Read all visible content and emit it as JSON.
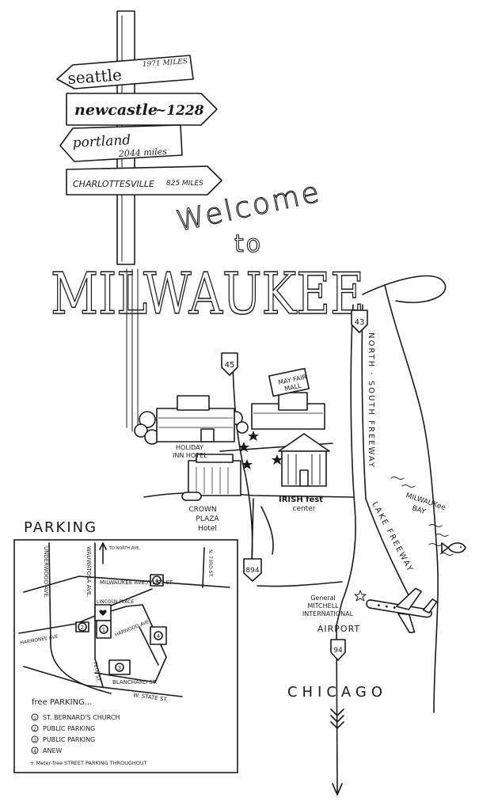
{
  "signpost": {
    "sign1": {
      "city": "seattle",
      "distance": "1971 MILES"
    },
    "sign2": {
      "city": "newcastle",
      "distance": "~1228"
    },
    "sign3": {
      "city": "portland",
      "distance": "2044 miles"
    },
    "sign4": {
      "city": "CHARLOTTESVILLE",
      "distance": "825 MILES"
    }
  },
  "title": {
    "line1": "Welcome",
    "line2": "to",
    "city": "MILWAUKEE"
  },
  "highways": {
    "i43": "43",
    "i45": "45",
    "i894": "894",
    "i94": "94"
  },
  "roads": {
    "north_south_freeway": "NORTH · SOUTH FREEWAY",
    "lake_freeway": "LAKE FREEWAY"
  },
  "places": {
    "mayfair_mall": [
      "MAY·FAIR",
      "MALL"
    ],
    "holiday_inn": [
      "HOLIDAY",
      "INN HOTEL"
    ],
    "crown_plaza": [
      "CROWN",
      "PLAZA",
      "Hotel"
    ],
    "irish_fest": [
      "IRISH fest",
      "center"
    ],
    "milwaukee_bay": [
      "MILWAUKee",
      "BAY"
    ],
    "airport": [
      "General",
      "MITCHELL",
      "INTERNATIONAL",
      "AIRPORT"
    ],
    "chicago": "CHICAGO"
  },
  "parking": {
    "heading": "PARKING",
    "streets": {
      "underwood": "UNDERWOOD AVE.",
      "wauwatosa": "WAUWATOSA AVE.",
      "to_north": "TO NORTH AVE.",
      "n73rd": "N. 73RD ST.",
      "milwaukee_vliet": "MILWAUKEE AVE./VLIET ST",
      "lincoln": "LINCOLN PLACE",
      "harmonee": "HARMONEE AVE",
      "harwood": "HARWOOD AVE.",
      "s76th": "76TH ST.",
      "blanchard": "BLANCHARD ST.",
      "w_state": "W. STATE ST."
    },
    "markers": [
      "1",
      "2",
      "3",
      "4"
    ],
    "legend_title": "free PARKING...",
    "legend": [
      {
        "num": "1",
        "label": "ST. BERNARD'S CHURCH"
      },
      {
        "num": "2",
        "label": "PUBLIC PARKING"
      },
      {
        "num": "3",
        "label": "PUBLIC PARKING"
      },
      {
        "num": "4",
        "label": "ANEW"
      }
    ],
    "footnote": "+ Meter-free STREET PARKING THROUGHOUT"
  }
}
